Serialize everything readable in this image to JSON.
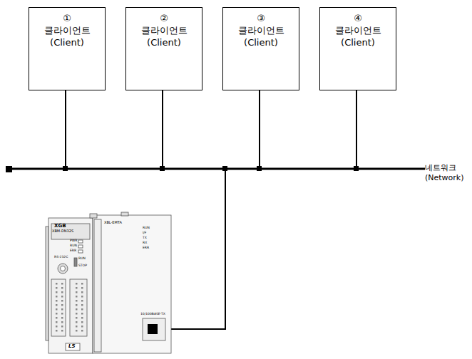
{
  "diagram": {
    "nodes": [
      {
        "text": [
          "①",
          "클라이언트",
          "(Client)"
        ]
      },
      {
        "text": [
          "②",
          "클라이언트",
          "(Client)"
        ]
      },
      {
        "text": [
          "③",
          "클라이언트",
          "(Client)"
        ]
      },
      {
        "text": [
          "④",
          "클라이언트",
          "(Client)"
        ]
      }
    ],
    "labels": [
      "네트워크 (Network)",
      "XGB",
      "XBM-DN32S",
      "PWR",
      "RUN",
      "ERR",
      "RS-232C",
      "RUN",
      "STOP",
      "LS",
      "XBL-EMTA",
      "RUN",
      "I/F",
      "TX",
      "RX",
      "ERR",
      "10/100BASE-TX"
    ]
  }
}
